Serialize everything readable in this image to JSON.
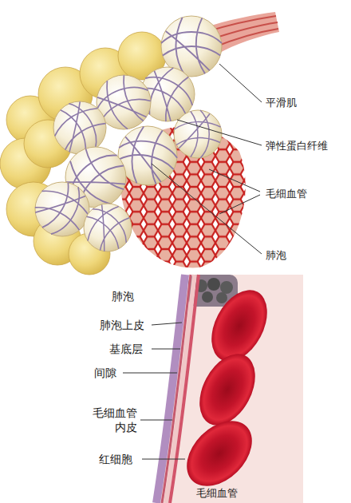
{
  "diagram": {
    "labels": [
      "平滑肌",
      "弹性蛋白纤维",
      "毛细血管",
      "肺泡",
      "肺泡",
      "肺泡上皮",
      "基底层",
      "间隙",
      "毛细血管 内皮",
      "红细胞",
      "毛细血管"
    ]
  }
}
